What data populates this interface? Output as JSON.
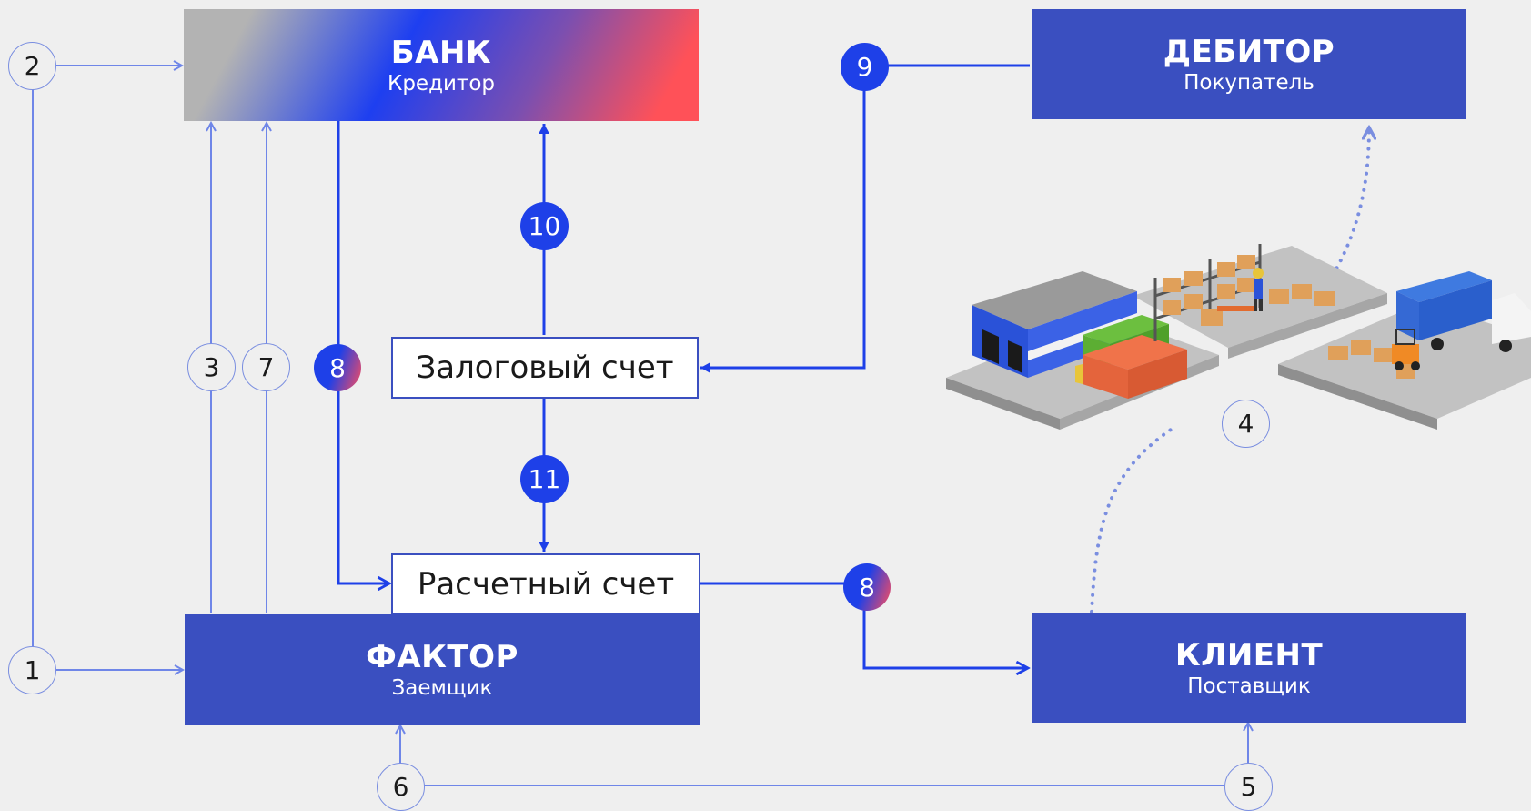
{
  "nodes": {
    "bank": {
      "title": "БАНК",
      "subtitle": "Кредитор"
    },
    "debtor": {
      "title": "ДЕБИТОР",
      "subtitle": "Покупатель"
    },
    "factor": {
      "title": "ФАКТОР",
      "subtitle": "Заемщик"
    },
    "client": {
      "title": "КЛИЕНТ",
      "subtitle": "Поставщик"
    }
  },
  "accounts": {
    "pledge": "Залоговый счет",
    "settlement": "Расчетный счет"
  },
  "steps": {
    "s1": "1",
    "s2": "2",
    "s3": "3",
    "s4": "4",
    "s5": "5",
    "s6": "6",
    "s7": "7",
    "s8a": "8",
    "s8b": "8",
    "s9": "9",
    "s10": "10",
    "s11": "11"
  },
  "colors": {
    "node_blue": "#3a4fc0",
    "accent_blue": "#1e40e8",
    "light_line": "#6f86e8",
    "gradient_red": "#ff5158",
    "background": "#efefef"
  },
  "illustration": "warehouse-logistics-illustration"
}
